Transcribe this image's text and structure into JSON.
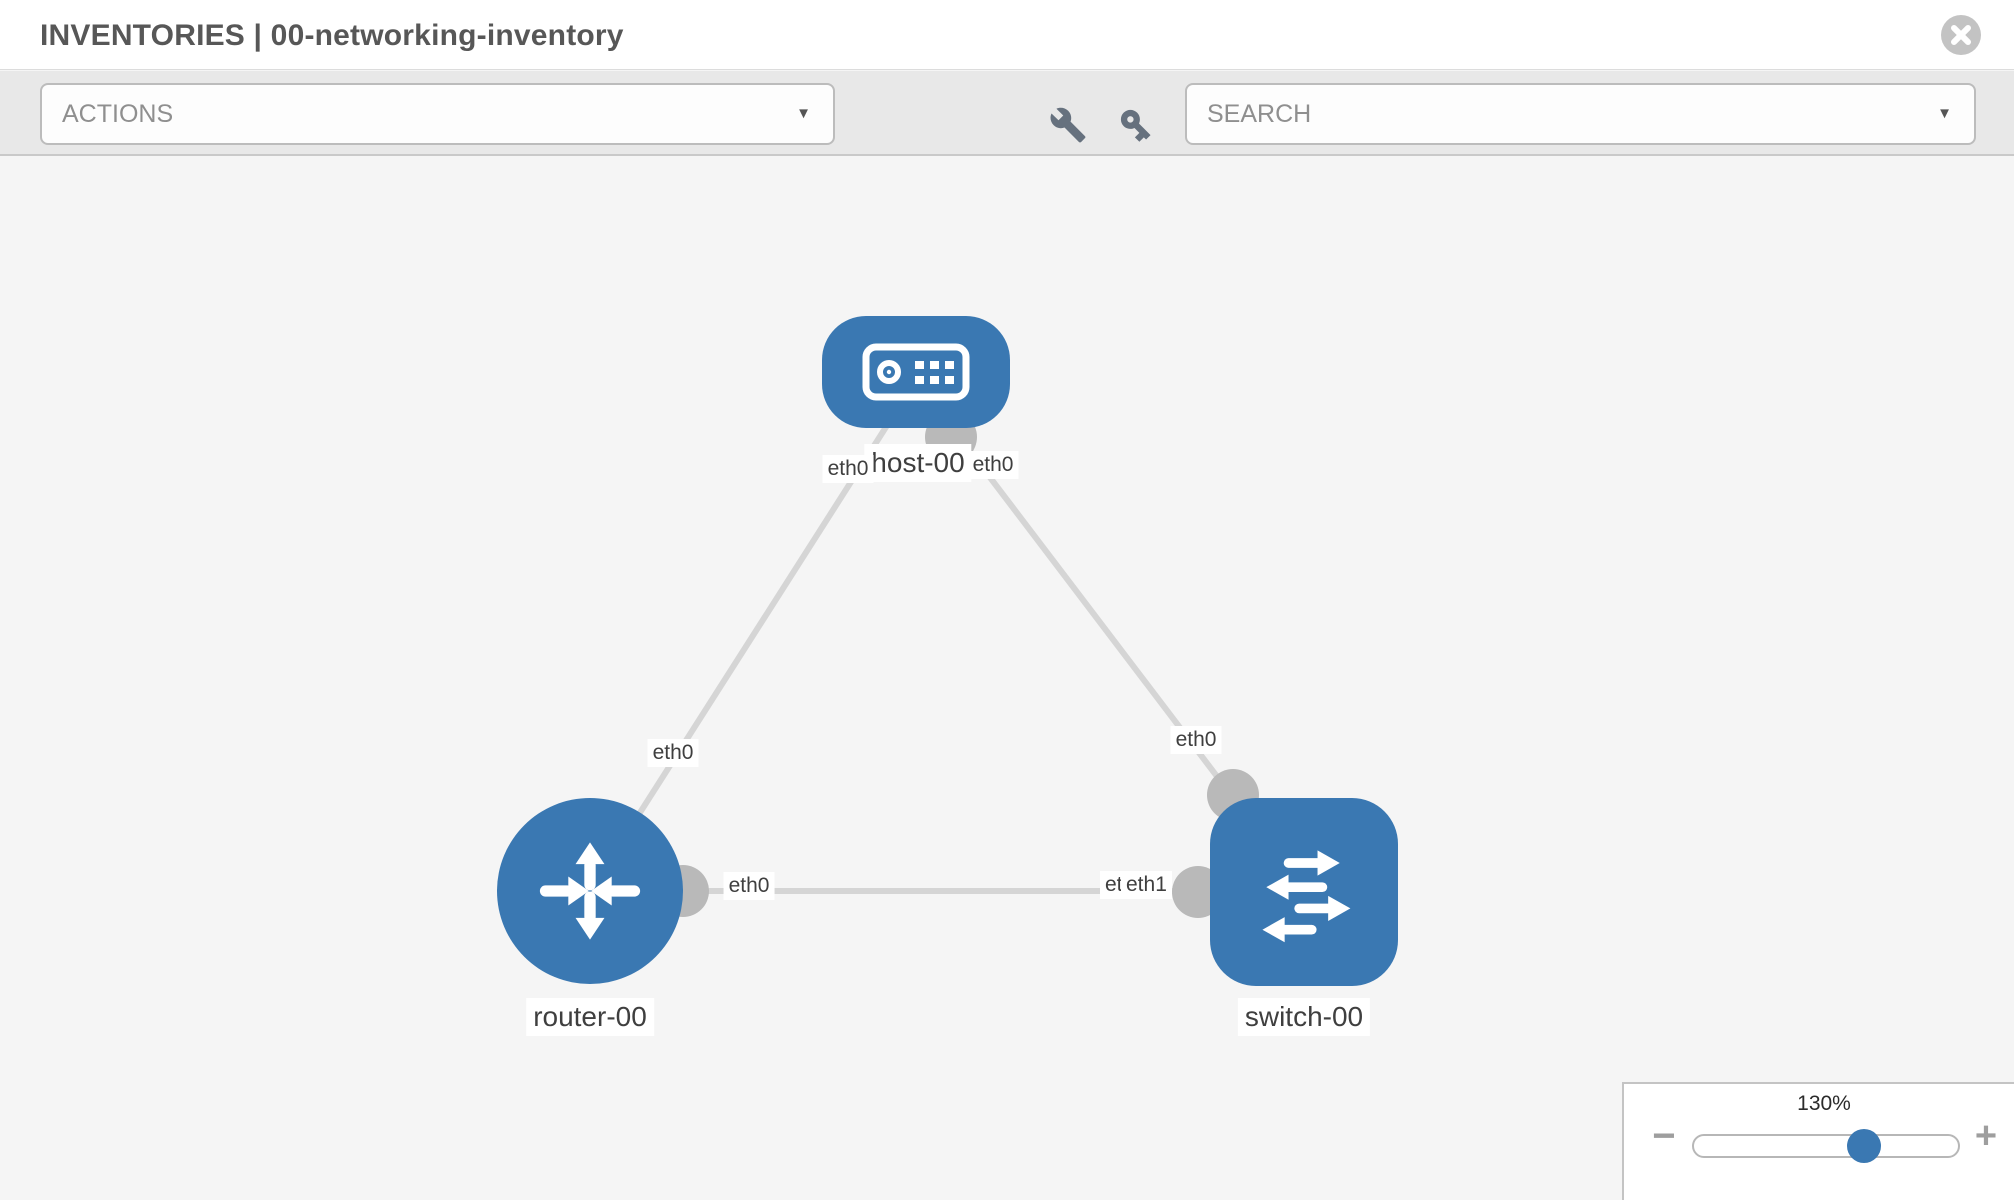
{
  "header": {
    "title": "INVENTORIES | 00-networking-inventory"
  },
  "toolbar": {
    "actions_label": "ACTIONS",
    "search_label": "SEARCH"
  },
  "icons": {
    "caret_down": "▼",
    "svg_icons": [
      "close-icon",
      "wrench-icon",
      "key-icon",
      "host-icon",
      "router-icon",
      "switch-icon"
    ]
  },
  "colors": {
    "node_blue": "#3a78b2",
    "link_gray": "#d5d5d5",
    "connector_gray": "#b9b9b9",
    "canvas_bg": "#f5f5f5",
    "toolbar_bg": "#e8e8e8"
  },
  "canvas": {
    "nodes": [
      {
        "label": "host-00",
        "type": "host"
      },
      {
        "label": "router-00",
        "type": "router"
      },
      {
        "label": "switch-00",
        "type": "switch"
      }
    ],
    "links": [
      {
        "from": "host-00",
        "to": "router-00",
        "from_iface": "eth0",
        "to_iface": "eth0"
      },
      {
        "from": "host-00",
        "to": "switch-00",
        "from_iface": "eth0",
        "to_iface": "eth0"
      },
      {
        "from": "router-00",
        "to": "switch-00",
        "from_iface": "eth0",
        "to_iface": "eth1"
      }
    ]
  },
  "zoom_control": {
    "value": "130%",
    "minus_label": "−",
    "plus_label": "+"
  }
}
